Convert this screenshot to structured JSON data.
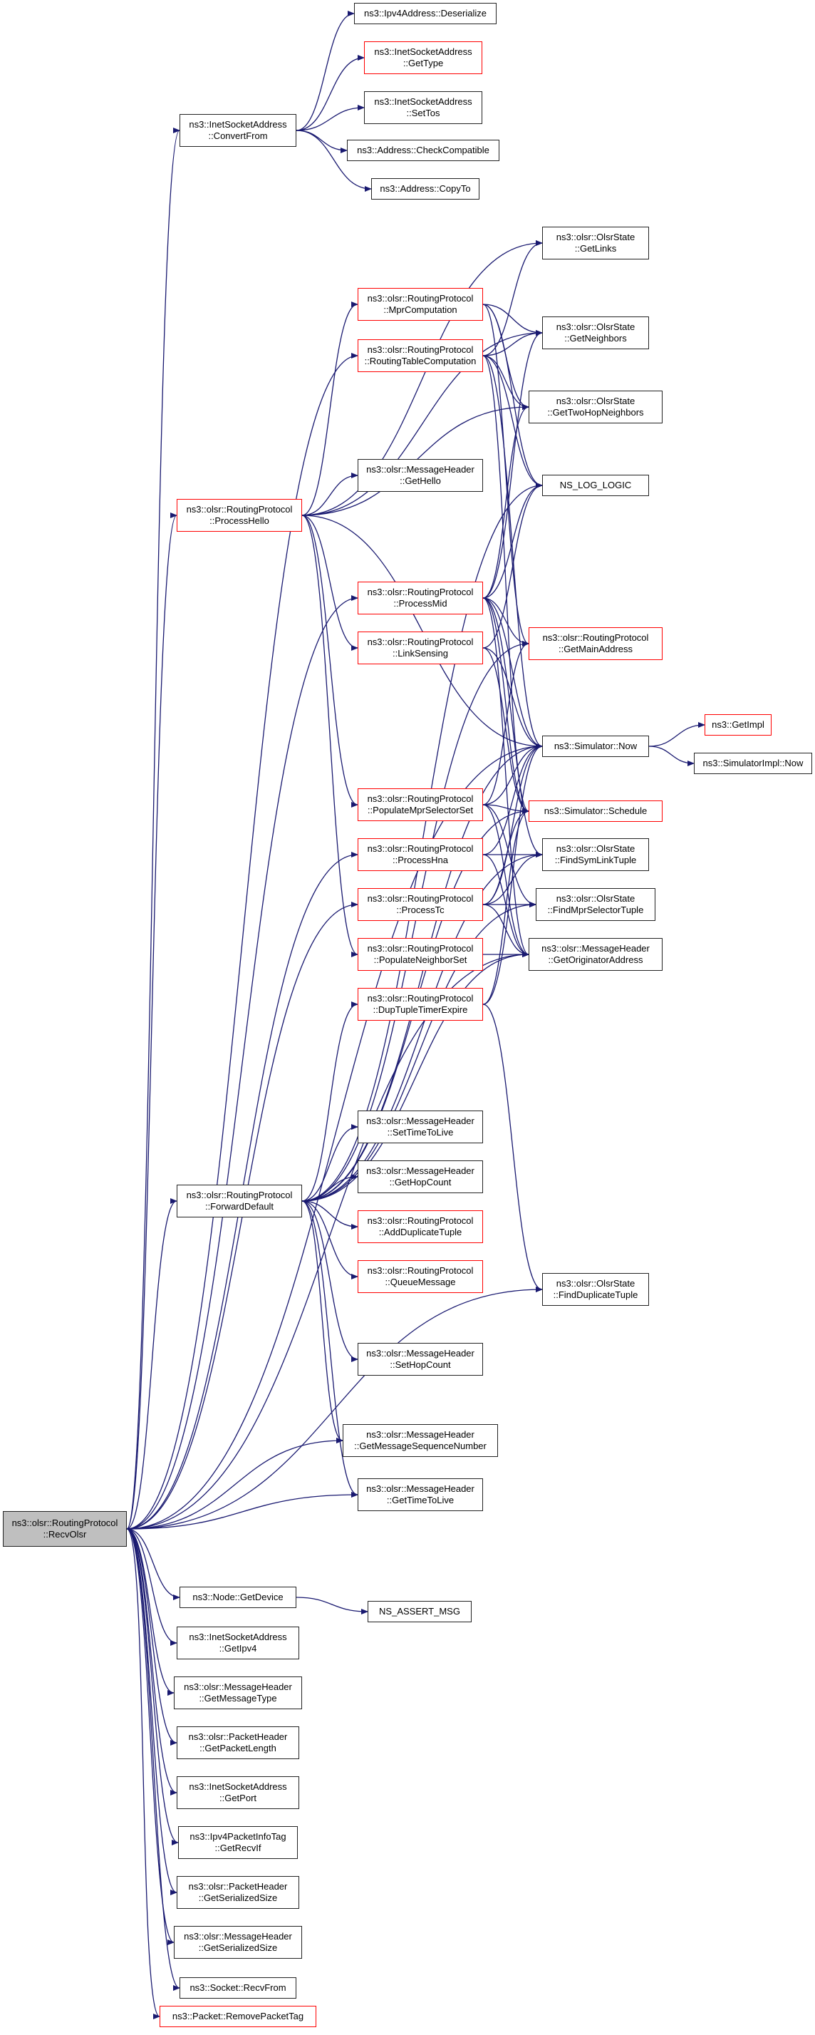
{
  "colors": {
    "edge": "#191970",
    "node_border": "#222222",
    "truncated_border": "#ff0000",
    "root_fill": "#bfbfbf"
  },
  "nodes": [
    {
      "id": "recvolsr",
      "lines": [
        "ns3::olsr::RoutingProtocol",
        "::RecvOlsr"
      ],
      "style": "root"
    },
    {
      "id": "ipv4_deserialize",
      "lines": [
        "ns3::Ipv4Address::Deserialize"
      ],
      "style": "black"
    },
    {
      "id": "inet_gettype",
      "lines": [
        "ns3::InetSocketAddress",
        "::GetType"
      ],
      "style": "red"
    },
    {
      "id": "inet_convertfrom",
      "lines": [
        "ns3::InetSocketAddress",
        "::ConvertFrom"
      ],
      "style": "black"
    },
    {
      "id": "inet_settos",
      "lines": [
        "ns3::InetSocketAddress",
        "::SetTos"
      ],
      "style": "black"
    },
    {
      "id": "addr_checkcompatible",
      "lines": [
        "ns3::Address::CheckCompatible"
      ],
      "style": "black"
    },
    {
      "id": "addr_copyto",
      "lines": [
        "ns3::Address::CopyTo"
      ],
      "style": "black"
    },
    {
      "id": "state_getlinks",
      "lines": [
        "ns3::olsr::OlsrState",
        "::GetLinks"
      ],
      "style": "black"
    },
    {
      "id": "rp_mprcomputation",
      "lines": [
        "ns3::olsr::RoutingProtocol",
        "::MprComputation"
      ],
      "style": "red"
    },
    {
      "id": "state_getneighbors",
      "lines": [
        "ns3::olsr::OlsrState",
        "::GetNeighbors"
      ],
      "style": "black"
    },
    {
      "id": "rp_routingtablecomputation",
      "lines": [
        "ns3::olsr::RoutingProtocol",
        "::RoutingTableComputation"
      ],
      "style": "red"
    },
    {
      "id": "state_gettwohopneighbors",
      "lines": [
        "ns3::olsr::OlsrState",
        "::GetTwoHopNeighbors"
      ],
      "style": "black"
    },
    {
      "id": "mh_gethello",
      "lines": [
        "ns3::olsr::MessageHeader",
        "::GetHello"
      ],
      "style": "black"
    },
    {
      "id": "ns_log_logic",
      "lines": [
        "NS_LOG_LOGIC"
      ],
      "style": "black"
    },
    {
      "id": "rp_processhello",
      "lines": [
        "ns3::olsr::RoutingProtocol",
        "::ProcessHello"
      ],
      "style": "red"
    },
    {
      "id": "rp_processmid",
      "lines": [
        "ns3::olsr::RoutingProtocol",
        "::ProcessMid"
      ],
      "style": "red"
    },
    {
      "id": "rp_getmainaddress",
      "lines": [
        "ns3::olsr::RoutingProtocol",
        "::GetMainAddress"
      ],
      "style": "red"
    },
    {
      "id": "rp_linksensing",
      "lines": [
        "ns3::olsr::RoutingProtocol",
        "::LinkSensing"
      ],
      "style": "red"
    },
    {
      "id": "ns3_getimpl",
      "lines": [
        "ns3::GetImpl"
      ],
      "style": "red"
    },
    {
      "id": "sim_now",
      "lines": [
        "ns3::Simulator::Now"
      ],
      "style": "black"
    },
    {
      "id": "simimpl_now",
      "lines": [
        "ns3::SimulatorImpl::Now"
      ],
      "style": "black"
    },
    {
      "id": "rp_populatemprselectorset",
      "lines": [
        "ns3::olsr::RoutingProtocol",
        "::PopulateMprSelectorSet"
      ],
      "style": "red"
    },
    {
      "id": "sim_schedule",
      "lines": [
        "ns3::Simulator::Schedule"
      ],
      "style": "red"
    },
    {
      "id": "rp_processhna",
      "lines": [
        "ns3::olsr::RoutingProtocol",
        "::ProcessHna"
      ],
      "style": "red"
    },
    {
      "id": "state_findsymlinktuple",
      "lines": [
        "ns3::olsr::OlsrState",
        "::FindSymLinkTuple"
      ],
      "style": "black"
    },
    {
      "id": "rp_processtc",
      "lines": [
        "ns3::olsr::RoutingProtocol",
        "::ProcessTc"
      ],
      "style": "red"
    },
    {
      "id": "state_findmprselectortuple",
      "lines": [
        "ns3::olsr::OlsrState",
        "::FindMprSelectorTuple"
      ],
      "style": "black"
    },
    {
      "id": "rp_populateneighborset",
      "lines": [
        "ns3::olsr::RoutingProtocol",
        "::PopulateNeighborSet"
      ],
      "style": "red"
    },
    {
      "id": "mh_getoriginatoraddress",
      "lines": [
        "ns3::olsr::MessageHeader",
        "::GetOriginatorAddress"
      ],
      "style": "black"
    },
    {
      "id": "rp_duptupletimerexpire",
      "lines": [
        "ns3::olsr::RoutingProtocol",
        "::DupTupleTimerExpire"
      ],
      "style": "red"
    },
    {
      "id": "mh_settimetolive",
      "lines": [
        "ns3::olsr::MessageHeader",
        "::SetTimeToLive"
      ],
      "style": "black"
    },
    {
      "id": "mh_gethopcount",
      "lines": [
        "ns3::olsr::MessageHeader",
        "::GetHopCount"
      ],
      "style": "black"
    },
    {
      "id": "rp_forwarddefault",
      "lines": [
        "ns3::olsr::RoutingProtocol",
        "::ForwardDefault"
      ],
      "style": "black"
    },
    {
      "id": "rp_addduplicatetuple",
      "lines": [
        "ns3::olsr::RoutingProtocol",
        "::AddDuplicateTuple"
      ],
      "style": "red"
    },
    {
      "id": "rp_queuemessage",
      "lines": [
        "ns3::olsr::RoutingProtocol",
        "::QueueMessage"
      ],
      "style": "red"
    },
    {
      "id": "state_findduplicatetuple",
      "lines": [
        "ns3::olsr::OlsrState",
        "::FindDuplicateTuple"
      ],
      "style": "black"
    },
    {
      "id": "mh_sethopcount",
      "lines": [
        "ns3::olsr::MessageHeader",
        "::SetHopCount"
      ],
      "style": "black"
    },
    {
      "id": "mh_getmessagesequencenumber",
      "lines": [
        "ns3::olsr::MessageHeader",
        "::GetMessageSequenceNumber"
      ],
      "style": "black"
    },
    {
      "id": "mh_gettimetolive",
      "lines": [
        "ns3::olsr::MessageHeader",
        "::GetTimeToLive"
      ],
      "style": "black"
    },
    {
      "id": "node_getdevice",
      "lines": [
        "ns3::Node::GetDevice"
      ],
      "style": "black"
    },
    {
      "id": "ns_assert_msg",
      "lines": [
        "NS_ASSERT_MSG"
      ],
      "style": "black"
    },
    {
      "id": "inet_getipv4",
      "lines": [
        "ns3::InetSocketAddress",
        "::GetIpv4"
      ],
      "style": "black"
    },
    {
      "id": "mh_getmessagetype",
      "lines": [
        "ns3::olsr::MessageHeader",
        "::GetMessageType"
      ],
      "style": "black"
    },
    {
      "id": "ph_getpacketlength",
      "lines": [
        "ns3::olsr::PacketHeader",
        "::GetPacketLength"
      ],
      "style": "black"
    },
    {
      "id": "inet_getport",
      "lines": [
        "ns3::InetSocketAddress",
        "::GetPort"
      ],
      "style": "black"
    },
    {
      "id": "ipv4pit_getrecvif",
      "lines": [
        "ns3::Ipv4PacketInfoTag",
        "::GetRecvIf"
      ],
      "style": "black"
    },
    {
      "id": "ph_getserializedsize",
      "lines": [
        "ns3::olsr::PacketHeader",
        "::GetSerializedSize"
      ],
      "style": "black"
    },
    {
      "id": "mh_getserializedsize",
      "lines": [
        "ns3::olsr::MessageHeader",
        "::GetSerializedSize"
      ],
      "style": "black"
    },
    {
      "id": "socket_recvfrom",
      "lines": [
        "ns3::Socket::RecvFrom"
      ],
      "style": "black"
    },
    {
      "id": "packet_removepackettag",
      "lines": [
        "ns3::Packet::RemovePacketTag"
      ],
      "style": "red"
    }
  ],
  "edges": [
    [
      "recvolsr",
      "inet_convertfrom"
    ],
    [
      "inet_convertfrom",
      "ipv4_deserialize"
    ],
    [
      "inet_convertfrom",
      "inet_gettype"
    ],
    [
      "inet_convertfrom",
      "inet_settos"
    ],
    [
      "inet_convertfrom",
      "addr_checkcompatible"
    ],
    [
      "inet_convertfrom",
      "addr_copyto"
    ],
    [
      "recvolsr",
      "rp_processhello"
    ],
    [
      "recvolsr",
      "rp_processmid"
    ],
    [
      "recvolsr",
      "rp_processhna"
    ],
    [
      "recvolsr",
      "rp_processtc"
    ],
    [
      "recvolsr",
      "rp_forwarddefault"
    ],
    [
      "recvolsr",
      "sim_now"
    ],
    [
      "recvolsr",
      "mh_getoriginatoraddress"
    ],
    [
      "recvolsr",
      "state_findduplicatetuple"
    ],
    [
      "recvolsr",
      "mh_getmessagesequencenumber"
    ],
    [
      "recvolsr",
      "mh_gettimetolive"
    ],
    [
      "recvolsr",
      "rp_routingtablecomputation"
    ],
    [
      "recvolsr",
      "node_getdevice"
    ],
    [
      "recvolsr",
      "inet_getipv4"
    ],
    [
      "recvolsr",
      "mh_getmessagetype"
    ],
    [
      "recvolsr",
      "ph_getpacketlength"
    ],
    [
      "recvolsr",
      "inet_getport"
    ],
    [
      "recvolsr",
      "ipv4pit_getrecvif"
    ],
    [
      "recvolsr",
      "ph_getserializedsize"
    ],
    [
      "recvolsr",
      "mh_getserializedsize"
    ],
    [
      "recvolsr",
      "socket_recvfrom"
    ],
    [
      "recvolsr",
      "packet_removepackettag"
    ],
    [
      "node_getdevice",
      "ns_assert_msg"
    ],
    [
      "rp_processhello",
      "state_getlinks"
    ],
    [
      "rp_processhello",
      "state_getneighbors"
    ],
    [
      "rp_processhello",
      "state_gettwohopneighbors"
    ],
    [
      "rp_processhello",
      "rp_mprcomputation"
    ],
    [
      "rp_processhello",
      "mh_gethello"
    ],
    [
      "rp_processhello",
      "rp_linksensing"
    ],
    [
      "rp_processhello",
      "rp_populatemprselectorset"
    ],
    [
      "rp_processhello",
      "rp_populateneighborset"
    ],
    [
      "rp_processhello",
      "sim_now"
    ],
    [
      "rp_mprcomputation",
      "state_getneighbors"
    ],
    [
      "rp_mprcomputation",
      "state_gettwohopneighbors"
    ],
    [
      "rp_mprcomputation",
      "rp_getmainaddress"
    ],
    [
      "rp_mprcomputation",
      "ns_log_logic"
    ],
    [
      "rp_routingtablecomputation",
      "state_getlinks"
    ],
    [
      "rp_routingtablecomputation",
      "state_getneighbors"
    ],
    [
      "rp_routingtablecomputation",
      "state_gettwohopneighbors"
    ],
    [
      "rp_routingtablecomputation",
      "ns_log_logic"
    ],
    [
      "rp_routingtablecomputation",
      "sim_now"
    ],
    [
      "rp_routingtablecomputation",
      "sim_schedule"
    ],
    [
      "rp_processmid",
      "ns_log_logic"
    ],
    [
      "rp_processmid",
      "state_getneighbors"
    ],
    [
      "rp_processmid",
      "rp_getmainaddress"
    ],
    [
      "rp_processmid",
      "sim_now"
    ],
    [
      "rp_processmid",
      "sim_schedule"
    ],
    [
      "rp_processmid",
      "state_findsymlinktuple"
    ],
    [
      "rp_processmid",
      "mh_getoriginatoraddress"
    ],
    [
      "rp_processmid",
      "state_gettwohopneighbors"
    ],
    [
      "rp_linksensing",
      "ns_log_logic"
    ],
    [
      "rp_linksensing",
      "sim_now"
    ],
    [
      "rp_linksensing",
      "sim_schedule"
    ],
    [
      "sim_now",
      "ns3_getimpl"
    ],
    [
      "sim_now",
      "simimpl_now"
    ],
    [
      "rp_populatemprselectorset",
      "sim_now"
    ],
    [
      "rp_populatemprselectorset",
      "sim_schedule"
    ],
    [
      "rp_populatemprselectorset",
      "state_findmprselectortuple"
    ],
    [
      "rp_populatemprselectorset",
      "mh_getoriginatoraddress"
    ],
    [
      "rp_populatemprselectorset",
      "rp_getmainaddress"
    ],
    [
      "rp_processhna",
      "sim_now"
    ],
    [
      "rp_processhna",
      "state_findsymlinktuple"
    ],
    [
      "rp_processhna",
      "mh_getoriginatoraddress"
    ],
    [
      "rp_processtc",
      "sim_now"
    ],
    [
      "rp_processtc",
      "sim_schedule"
    ],
    [
      "rp_processtc",
      "state_findsymlinktuple"
    ],
    [
      "rp_processtc",
      "mh_getoriginatoraddress"
    ],
    [
      "rp_processtc",
      "state_findmprselectortuple"
    ],
    [
      "rp_populateneighborset",
      "mh_getoriginatoraddress"
    ],
    [
      "rp_duptupletimerexpire",
      "sim_now"
    ],
    [
      "rp_duptupletimerexpire",
      "sim_schedule"
    ],
    [
      "rp_duptupletimerexpire",
      "state_findduplicatetuple"
    ],
    [
      "rp_forwarddefault",
      "rp_duptupletimerexpire"
    ],
    [
      "rp_forwarddefault",
      "mh_settimetolive"
    ],
    [
      "rp_forwarddefault",
      "mh_gethopcount"
    ],
    [
      "rp_forwarddefault",
      "rp_addduplicatetuple"
    ],
    [
      "rp_forwarddefault",
      "rp_queuemessage"
    ],
    [
      "rp_forwarddefault",
      "mh_sethopcount"
    ],
    [
      "rp_forwarddefault",
      "mh_getmessagesequencenumber"
    ],
    [
      "rp_forwarddefault",
      "mh_gettimetolive"
    ],
    [
      "rp_forwarddefault",
      "sim_now"
    ],
    [
      "rp_forwarddefault",
      "sim_schedule"
    ],
    [
      "rp_forwarddefault",
      "ns_log_logic"
    ],
    [
      "rp_forwarddefault",
      "mh_getoriginatoraddress"
    ],
    [
      "rp_forwarddefault",
      "state_findsymlinktuple"
    ],
    [
      "rp_forwarddefault",
      "state_findmprselectortuple"
    ],
    [
      "rp_forwarddefault",
      "rp_getmainaddress"
    ]
  ]
}
